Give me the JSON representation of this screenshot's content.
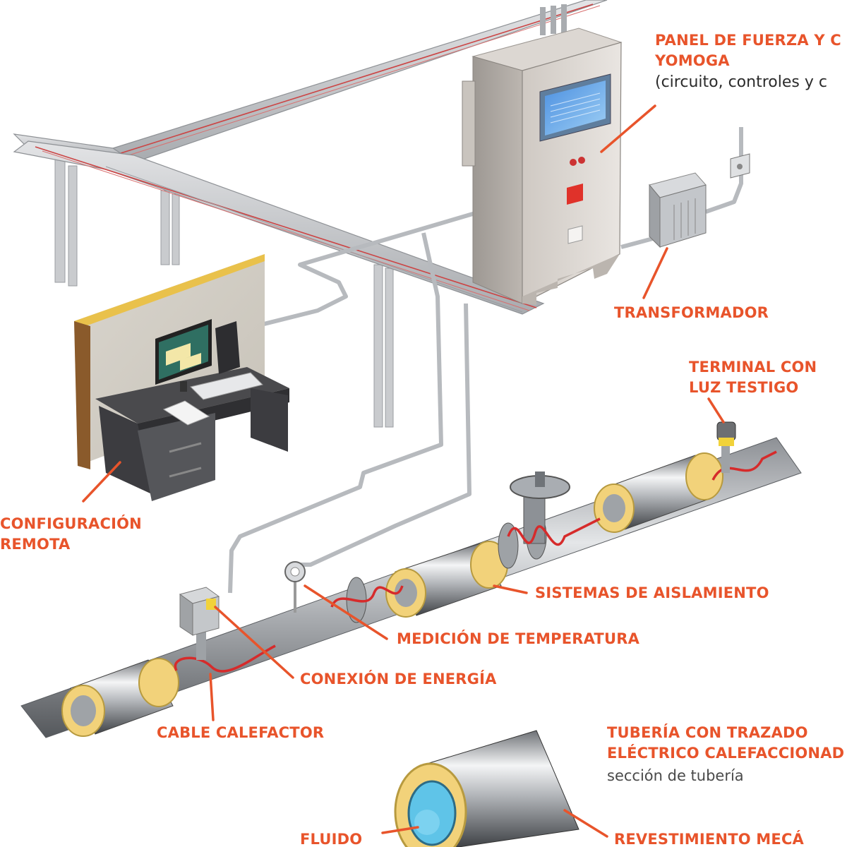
{
  "labels": {
    "panel_title": "PANEL DE FUERZA Y C\nYOMOGA",
    "panel_subtitle": "(circuito, controles y c",
    "transformer": "TRANSFORMADOR",
    "terminal": "TERMINAL CON\nLUZ TESTIGO",
    "remote_config": "CONFIGURACIÓN\nREMOTA",
    "insulation": "SISTEMAS DE AISLAMIENTO",
    "temperature": "MEDICIÓN DE TEMPERATURA",
    "power_connection": "CONEXIÓN DE ENERGÍA",
    "heating_cable": "CABLE CALEFACTOR",
    "traced_pipe_title": "TUBERÍA CON TRAZADO\nELÉCTRICO CALEFACCIONAD",
    "traced_pipe_subtitle": "sección de tubería",
    "fluid": "FLUIDO",
    "jacket": "REVESTIMIENTO MECÁ"
  },
  "colors": {
    "accent": "#e8542b",
    "steel": "#b9bcbf",
    "insulation": "#f2d27a",
    "heating_cable": "#d62b2b",
    "fluid": "#5fc4e8"
  },
  "icons": {
    "control_panel": "control-panel-cabinet",
    "transformer": "transformer-box",
    "terminal": "terminal-light",
    "workstation": "computer-desk",
    "valve": "gate-valve"
  }
}
